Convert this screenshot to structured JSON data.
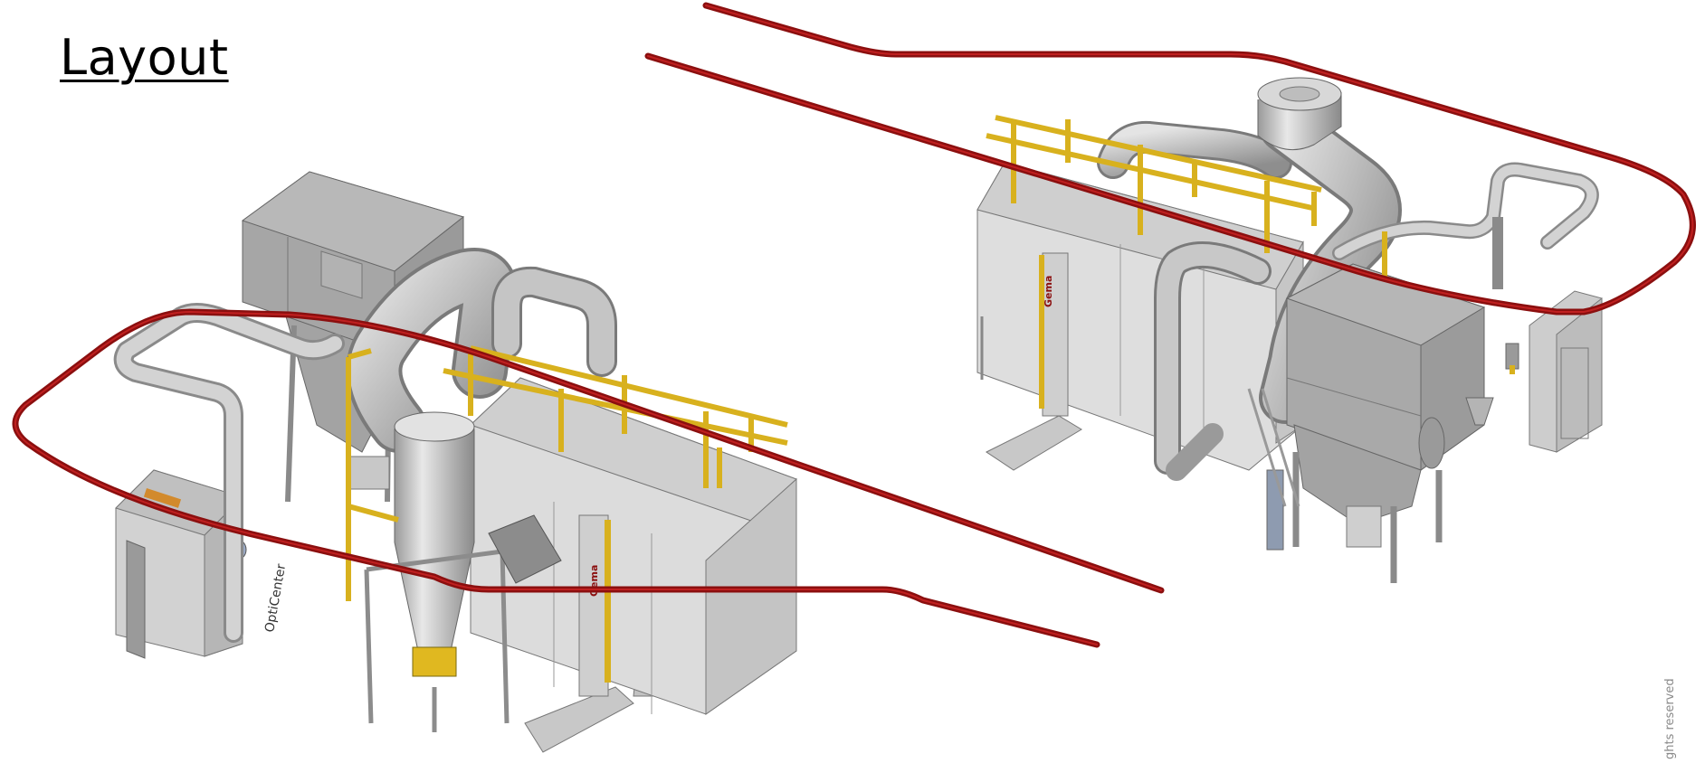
{
  "title": "Layout",
  "footer": "ghts reserved",
  "brand_label": "Gema",
  "control_label": "OptiCenter",
  "colors": {
    "conveyor": "#8b0f0f",
    "frame": "#d8b11e",
    "equipment": "#c8c8c8",
    "duct": "#b0b0b0",
    "enclosure": "#a9a9a9"
  }
}
